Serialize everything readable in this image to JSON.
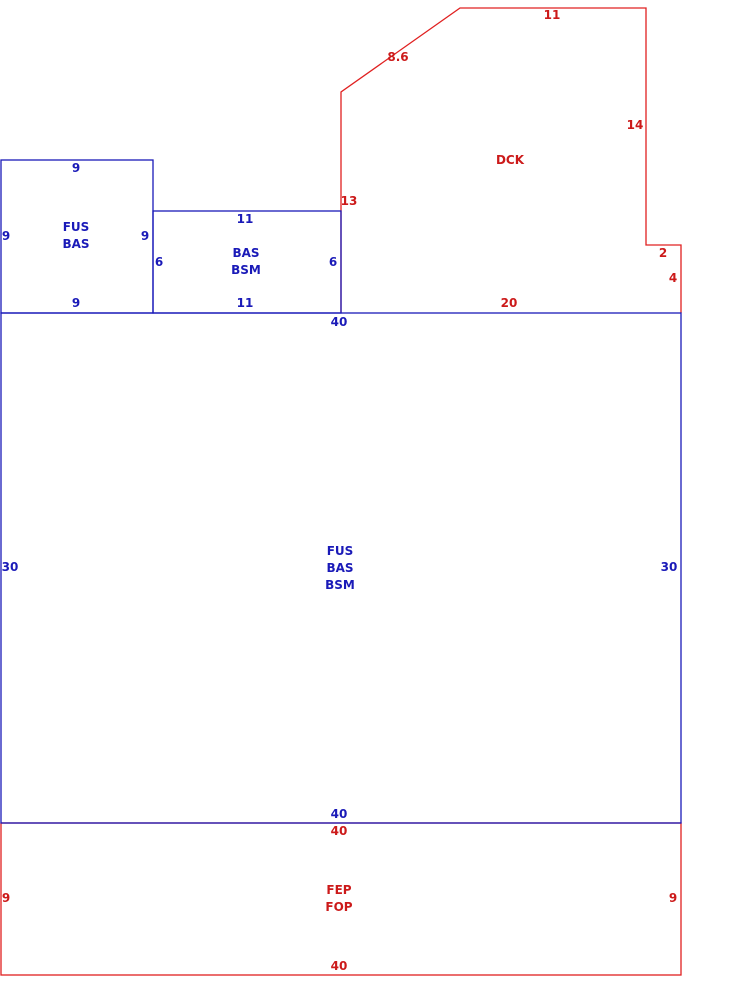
{
  "colors": {
    "main": "#1a1ab8",
    "exterior": "#e02020"
  },
  "areas": {
    "fus_bas_small": {
      "codes": [
        "FUS",
        "BAS"
      ],
      "dims": {
        "top": "9",
        "bottom": "9",
        "left": "9",
        "right": "9"
      }
    },
    "bas_bsm": {
      "codes": [
        "BAS",
        "BSM"
      ],
      "dims": {
        "top": "11",
        "bottom": "11",
        "left": "6",
        "right": "6"
      }
    },
    "main": {
      "codes": [
        "FUS",
        "BAS",
        "BSM"
      ],
      "dims": {
        "top": "40",
        "bottom": "40",
        "left": "30",
        "right": "30"
      }
    },
    "deck": {
      "codes": [
        "DCK"
      ],
      "dims": {
        "left": "13",
        "diagonal": "8.6",
        "top": "11",
        "right_upper": "14",
        "notch": "2",
        "right_lower": "4",
        "bottom": "20"
      }
    },
    "porch": {
      "codes": [
        "FEP",
        "FOP"
      ],
      "dims": {
        "top": "40",
        "bottom": "40",
        "left": "9",
        "right": "9"
      }
    }
  }
}
